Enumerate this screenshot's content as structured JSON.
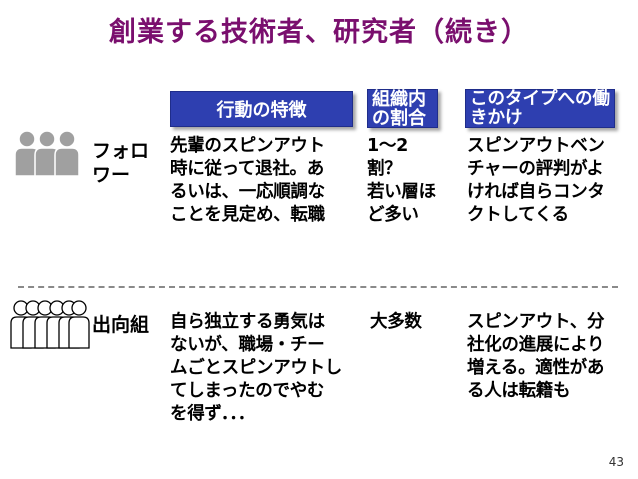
{
  "title": "創業する技術者、研究者（続き）",
  "headers": {
    "feature": "行動の特徴",
    "ratio": "組織内\nの割合",
    "approach": "このタイプへの働\nきかけ"
  },
  "rows": [
    {
      "label": "フォロ\nワー",
      "feature": "先輩のスピンアウト\n時に従って退社。あ\nるいは、一応順調な\nことを見定め、転職",
      "ratio": "1～2\n割？\n若い層ほ\nど多い",
      "approach": "スピンアウトベン\nチャーの評判がよ\nければ自らコンタ\nクトしてくる",
      "icon": "group-filled-icon"
    },
    {
      "label": "出向組",
      "feature": "自ら独立する勇気は\nないが、職場・チー\nムごとスピンアウトし\nてしまったのでやむ\nを得ず．．．",
      "ratio": "大多数",
      "approach": "スピンアウト、分\n社化の進展により\n増える。適性があ\nる人は転籍も",
      "icon": "group-outline-icon"
    }
  ],
  "page_number": "43",
  "colors": {
    "title": "#7a0f6e",
    "header_bg": "#2e3fb0",
    "header_text": "#ffffff",
    "figure_fill": "#a0a0a0",
    "divider": "#8a8a8a"
  }
}
